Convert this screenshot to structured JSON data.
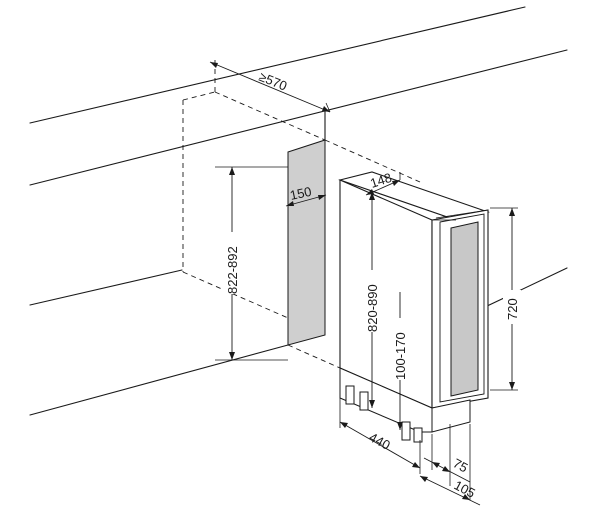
{
  "diagram": {
    "dimensions": {
      "depth_min": "≥570",
      "gap_width": "150",
      "niche_height": "822-892",
      "unit_width": "148",
      "unit_height": "820-890",
      "door_height": "720",
      "feet_height": "100-170",
      "unit_depth": "440",
      "door_offset": "75",
      "door_depth": "105"
    },
    "colors": {
      "line": "#1a1a1a",
      "niche_fill": "#cfcfcf",
      "glass_fill": "#c8c8c8",
      "background": "#ffffff"
    }
  }
}
